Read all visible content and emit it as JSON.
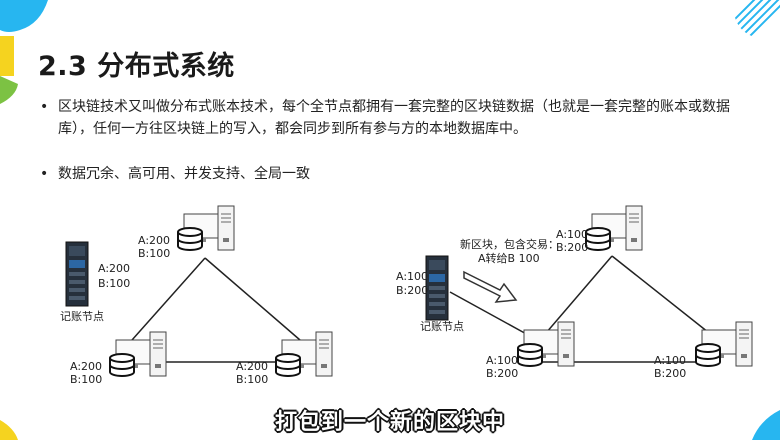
{
  "slide": {
    "title": "2.3 分布式系统",
    "bullets": [
      "区块链技术又叫做分布式账本技术，每个全节点都拥有一套完整的区块链数据（也就是一套完整的账本或数据库），任何一方往区块链上的写入，都会同步到所有参与方的本地数据库中。",
      "数据冗余、高可用、并发支持、全局一致"
    ],
    "bullet_symbol": "•"
  },
  "diagram": {
    "left": {
      "ledger_node": {
        "caption": "记账节点",
        "a": "A:200",
        "b": "B:100"
      },
      "nodes": [
        {
          "a": "A:200",
          "b": "B:100"
        },
        {
          "a": "A:200",
          "b": "B:100"
        },
        {
          "a": "A:200",
          "b": "B:100"
        }
      ]
    },
    "right": {
      "ledger_node": {
        "caption": "记账节点",
        "a": "A:100",
        "b": "B:200"
      },
      "new_block_line1": "新区块，包含交易：",
      "new_block_line2": "A转给B 100",
      "nodes": [
        {
          "a": "A:100",
          "b": "B:200"
        },
        {
          "a": "A:100",
          "b": "B:200"
        },
        {
          "a": "A:100",
          "b": "B:200"
        }
      ]
    }
  },
  "subtitle": "打包到一个新的区块中",
  "colors": {
    "accent_yellow": "#f5d31f",
    "accent_blue": "#27b6f0",
    "accent_green": "#7cc243"
  }
}
